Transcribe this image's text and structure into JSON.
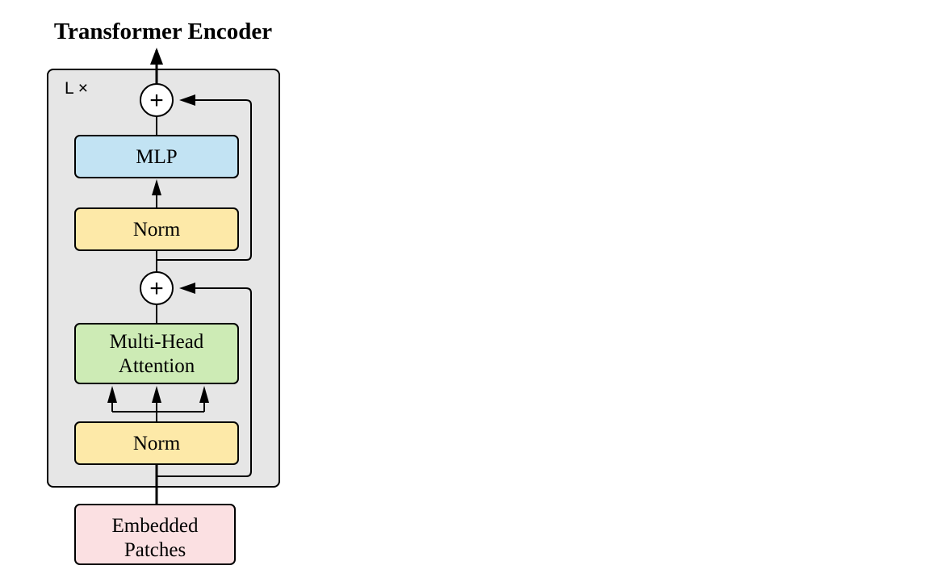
{
  "title": "Transformer Encoder",
  "repeat_label": "L ×",
  "blocks": {
    "mlp": "MLP",
    "norm_top": "Norm",
    "mha_line1": "Multi-Head",
    "mha_line2": "Attention",
    "norm_bottom": "Norm",
    "embedded_line1": "Embedded",
    "embedded_line2": "Patches"
  },
  "operators": {
    "add_symbol": "+"
  },
  "colors": {
    "container_fill": "#e6e6e6",
    "mlp_fill": "#c2e3f3",
    "norm_fill": "#fde9a8",
    "mha_fill": "#cdebb5",
    "embedded_fill": "#fbe0e2",
    "stroke": "#000000"
  }
}
